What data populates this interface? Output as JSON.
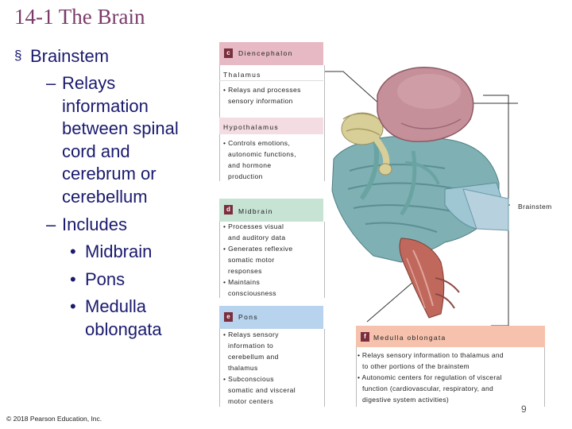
{
  "title": "14-1 The Brain",
  "bullets": {
    "main": "Brainstem",
    "sub1_lines": [
      "Relays",
      "information",
      "between spinal",
      "cord and",
      "cerebrum or",
      "cerebellum"
    ],
    "sub2": "Includes",
    "items": [
      "Midbrain",
      "Pons",
      "Medulla"
    ],
    "item3_cont": "oblongata",
    "marker_main": "§",
    "marker_sub": "–",
    "marker_item": "•"
  },
  "copyright": "© 2018 Pearson Education, Inc.",
  "page_number": "9",
  "diagram": {
    "brainstem_label": "Brainstem",
    "diencephalon": {
      "letter": "c",
      "title": "Diencephalon",
      "thalamus_title": "Thalamus",
      "thalamus_points": [
        "• Relays and processes",
        "  sensory information"
      ],
      "hypothalamus_title": "Hypothalamus",
      "hypothalamus_points": [
        "• Controls emotions,",
        "  autonomic functions,",
        "  and hormone",
        "  production"
      ]
    },
    "midbrain": {
      "letter": "d",
      "title": "Midbrain",
      "points": [
        "• Processes visual",
        "  and auditory data",
        "• Generates reflexive",
        "  somatic motor",
        "  responses",
        "• Maintains",
        "  consciousness"
      ]
    },
    "pons": {
      "letter": "e",
      "title": "Pons",
      "points": [
        "• Relays sensory",
        "  information to",
        "  cerebellum and",
        "  thalamus",
        "• Subconscious",
        "  somatic and visceral",
        "  motor centers"
      ]
    },
    "medulla": {
      "letter": "f",
      "title": "Medulla oblongata",
      "points": [
        "• Relays sensory information to thalamus and",
        "  to other portions of the brainstem",
        "• Autonomic centers for regulation of visceral",
        "  function (cardiovascular, respiratory, and",
        "  digestive system activities)"
      ]
    }
  },
  "colors": {
    "title": "#7a3b69",
    "bullet_text": "#1a1a6e",
    "diencephalon_header": "#e6b9c4",
    "midbrain_header": "#c6e3d4",
    "pons_header": "#b8d3ee",
    "medulla_header": "#f6c2ad",
    "letter_box": "#7b2f3e"
  }
}
